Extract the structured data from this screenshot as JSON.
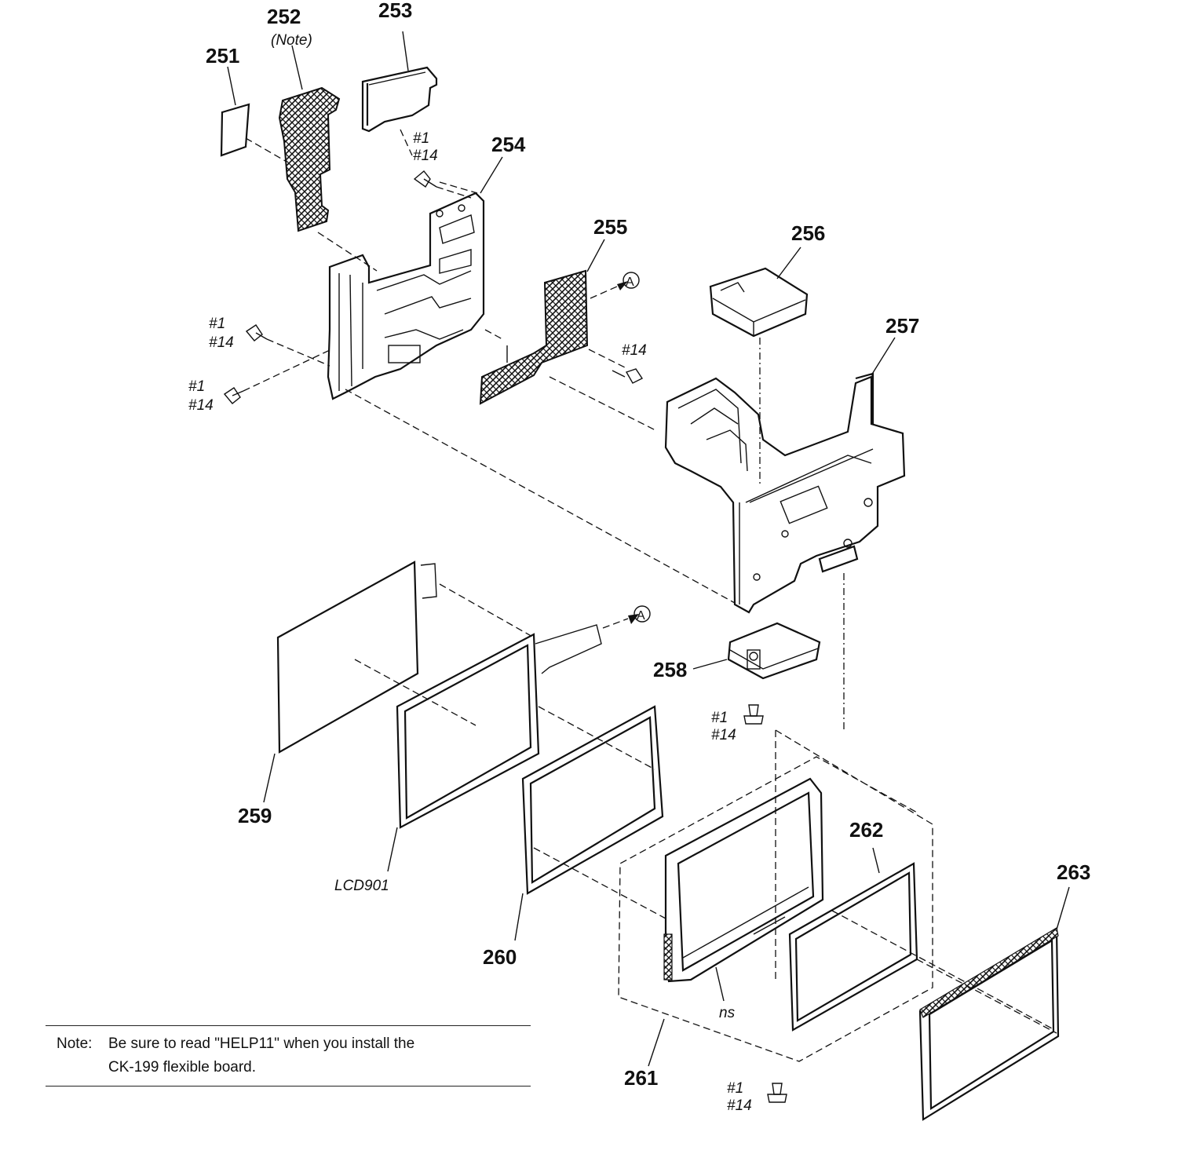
{
  "labels": {
    "p251": "251",
    "p252": "252",
    "p252_note": "(Note)",
    "p253": "253",
    "p254": "254",
    "p255": "255",
    "p256": "256",
    "p257": "257",
    "p258": "258",
    "p259": "259",
    "p260": "260",
    "p261": "261",
    "p262": "262",
    "p263": "263",
    "lcd": "LCD901",
    "ns": "ns"
  },
  "screws": {
    "line1": "#1",
    "line2": "#14",
    "single": "#14"
  },
  "connector_ref": "A",
  "note": {
    "prefix": "Note:",
    "line1": "Be sure to read \"HELP11\" when you install the",
    "line2": "CK-199 flexible board."
  }
}
